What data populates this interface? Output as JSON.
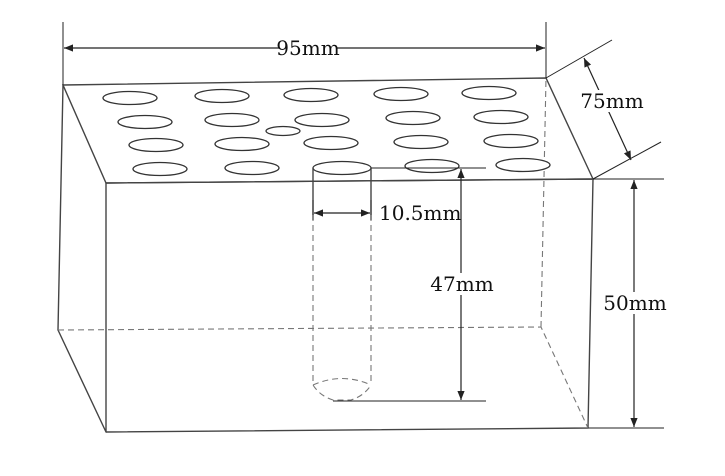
{
  "dimensions": {
    "length": "95mm",
    "width": "75mm",
    "height": "50mm",
    "hole_diameter": "10.5mm",
    "hole_depth": "47mm"
  }
}
